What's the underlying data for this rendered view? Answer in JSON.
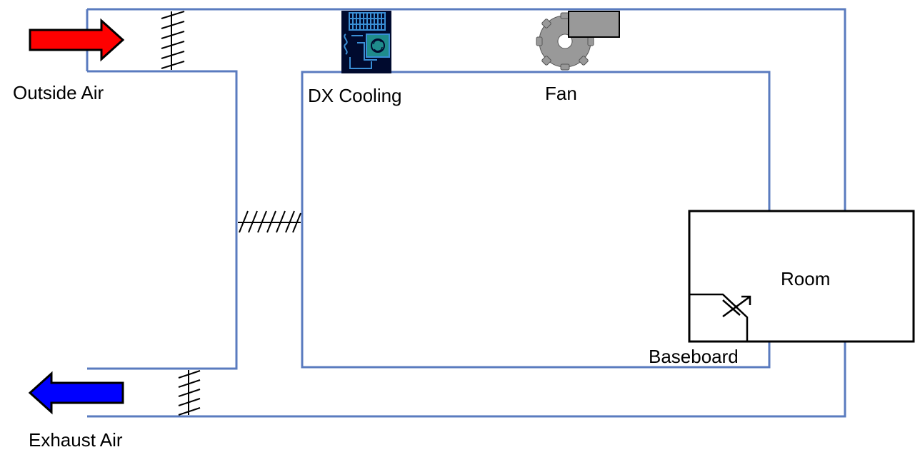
{
  "labels": {
    "outside_air": "Outside Air",
    "exhaust_air": "Exhaust Air",
    "dx_cooling": "DX Cooling",
    "fan": "Fan",
    "room": "Room",
    "baseboard": "Baseboard"
  },
  "colors": {
    "duct": "#5a7bbf",
    "outside_air_arrow": "#ff0000",
    "exhaust_air_arrow": "#0000ff",
    "fan_body": "#999999",
    "coil_dark": "#000a2e",
    "coil_accent": "#3a8fd6",
    "coil_motor": "#1f8c8c",
    "outline": "#000000"
  },
  "icons": {
    "outside_air_arrow": "arrow-right-icon",
    "exhaust_air_arrow": "arrow-left-icon",
    "dx_cooling": "dx-cooling-coil-icon",
    "fan": "centrifugal-fan-icon",
    "damper": "damper-icon",
    "baseboard": "baseboard-heater-icon"
  }
}
